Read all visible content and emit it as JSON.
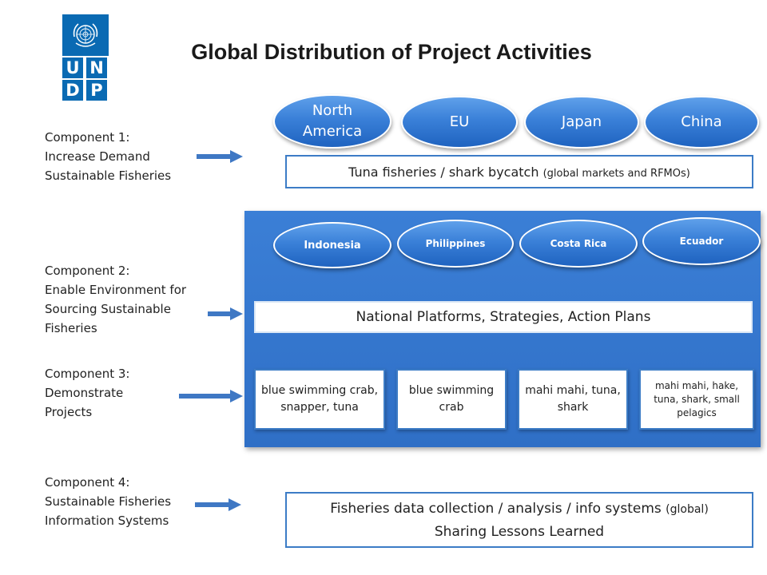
{
  "title": "Global Distribution of Project Activities",
  "logo": {
    "letters": [
      "U",
      "N",
      "D",
      "P"
    ]
  },
  "components": [
    {
      "lines": [
        "Component 1:",
        "Increase Demand",
        "Sustainable Fisheries"
      ]
    },
    {
      "lines": [
        "Component 2:",
        "Enable Environment for",
        "Sourcing Sustainable",
        "Fisheries"
      ]
    },
    {
      "lines": [
        "Component 3:",
        "Demonstrate",
        "Projects"
      ]
    },
    {
      "lines": [
        "Component 4:",
        "Sustainable Fisheries",
        "Information Systems"
      ]
    }
  ],
  "markets": [
    {
      "label": "North America"
    },
    {
      "label": "EU"
    },
    {
      "label": "Japan"
    },
    {
      "label": "China"
    }
  ],
  "global_box": {
    "main": "Tuna fisheries / shark bycatch ",
    "note": "(global markets and RFMOs)"
  },
  "countries": [
    {
      "label": "Indonesia"
    },
    {
      "label": "Philippines"
    },
    {
      "label": "Costa Rica"
    },
    {
      "label": "Ecuador"
    }
  ],
  "national_box": "National Platforms, Strategies, Action Plans",
  "species": [
    {
      "label": "blue swimming crab, snapper, tuna"
    },
    {
      "label": "blue swimming crab"
    },
    {
      "label": "mahi mahi, tuna, shark"
    },
    {
      "label": "mahi mahi, hake, tuna, shark, small pelagics"
    }
  ],
  "info_box": {
    "line1_main": "Fisheries data collection / analysis / info systems ",
    "line1_note": "(global)",
    "line2": "Sharing Lessons Learned"
  },
  "colors": {
    "accent_blue": "#3a80d8",
    "logo_blue": "#0a6ab3",
    "arrow_blue": "#3f78c4"
  }
}
